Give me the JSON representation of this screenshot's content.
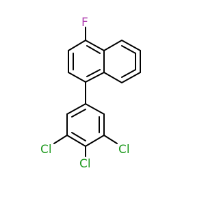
{
  "molecule": {
    "atoms": {
      "fluorine": "F",
      "chlorine_left": "Cl",
      "chlorine_right": "Cl",
      "chlorine_bottom": "Cl"
    },
    "colors": {
      "bond": "#000000",
      "fluorine": "#b040b0",
      "chlorine": "#1f9a1f"
    }
  }
}
